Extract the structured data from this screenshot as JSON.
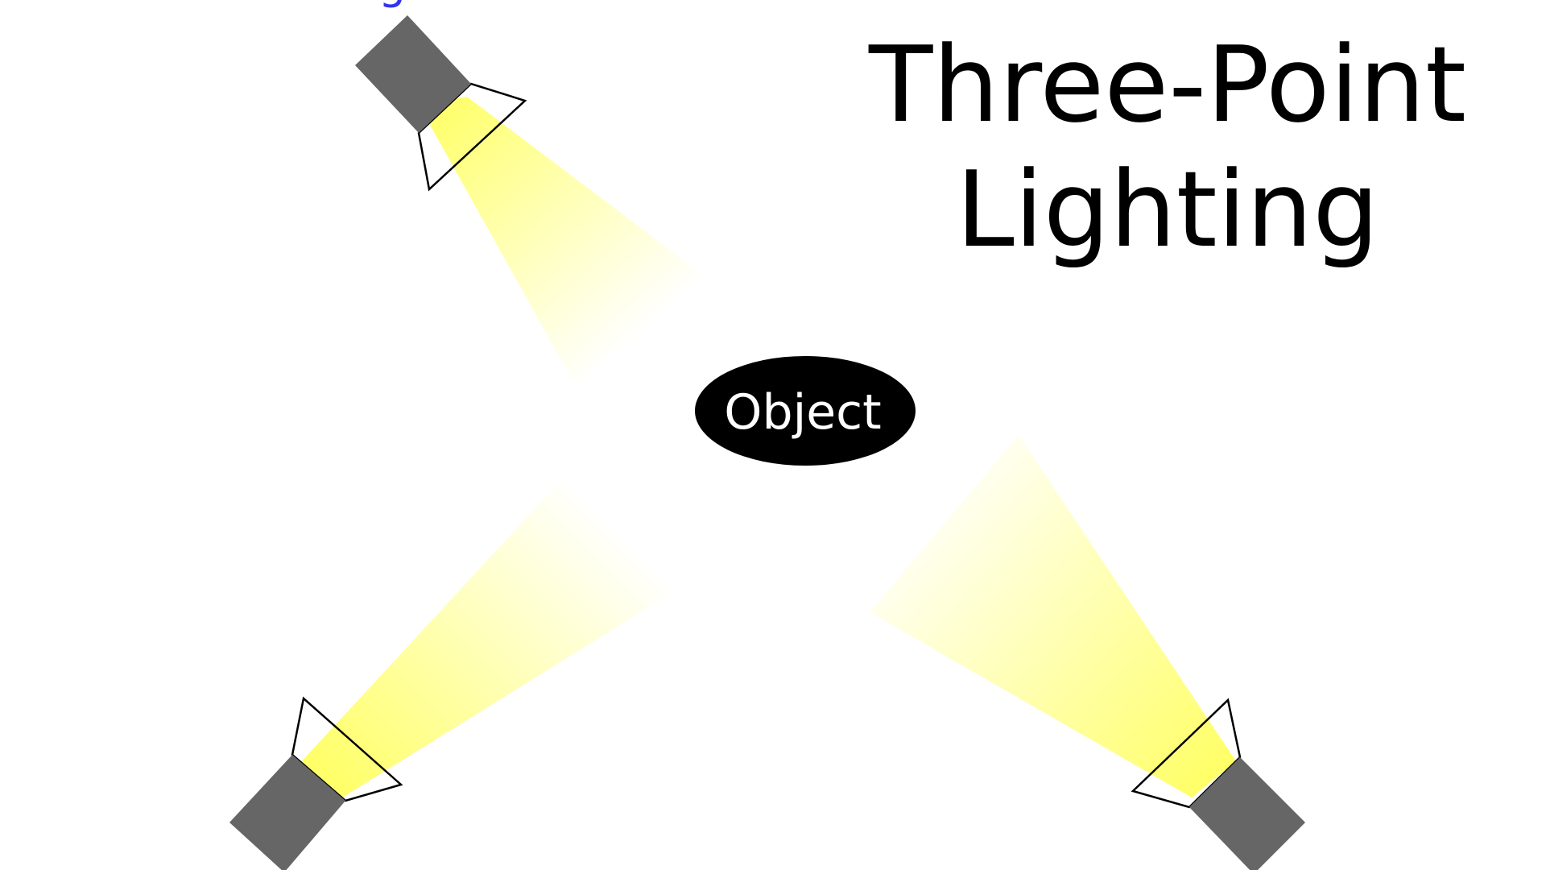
{
  "diagram": {
    "title_line1": "Three-Point",
    "title_line2": "Lighting",
    "object_label": "Object",
    "stray_label": "g"
  },
  "colors": {
    "background": "#ffffff",
    "light_body": "#666666",
    "beam": "#ffff66",
    "object_fill": "#000000",
    "object_text": "#ffffff",
    "title_text": "#000000",
    "stray_label": "#3333ee"
  },
  "elements": {
    "lights": [
      "key-light",
      "fill-light",
      "back-light"
    ],
    "icons": [
      "spotlight-icon"
    ]
  }
}
